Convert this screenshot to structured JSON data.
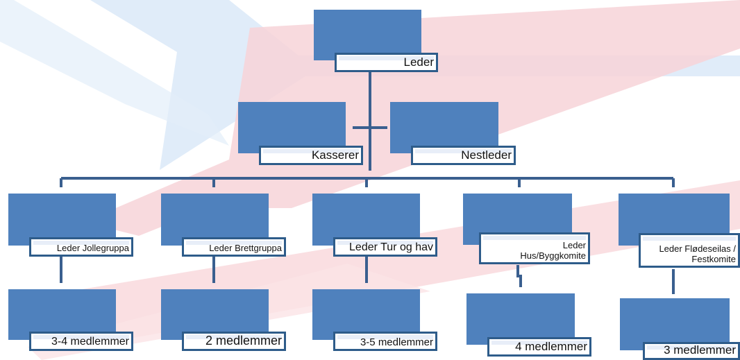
{
  "org_chart": {
    "top": {
      "label": "Leder"
    },
    "assistants": [
      {
        "label": "Kasserer"
      },
      {
        "label": "Nestleder"
      }
    ],
    "groups": [
      {
        "leader": [
          "Leder Jollegruppa"
        ],
        "members": "3-4 medlemmer"
      },
      {
        "leader": [
          "Leder Brettgruppa"
        ],
        "members": "2 medlemmer"
      },
      {
        "leader": [
          "Leder Tur og hav"
        ],
        "members": "3-5 medlemmer"
      },
      {
        "leader": [
          "Leder",
          "Hus/Byggkomite"
        ],
        "members": "4 medlemmer"
      },
      {
        "leader": [
          "Leder Flødeseilas /",
          "Festkomite"
        ],
        "members": "3 medlemmer"
      }
    ]
  },
  "colors": {
    "box": "#4f81bd",
    "border": "#2e5c8a",
    "connector": "#3a5f8f"
  }
}
